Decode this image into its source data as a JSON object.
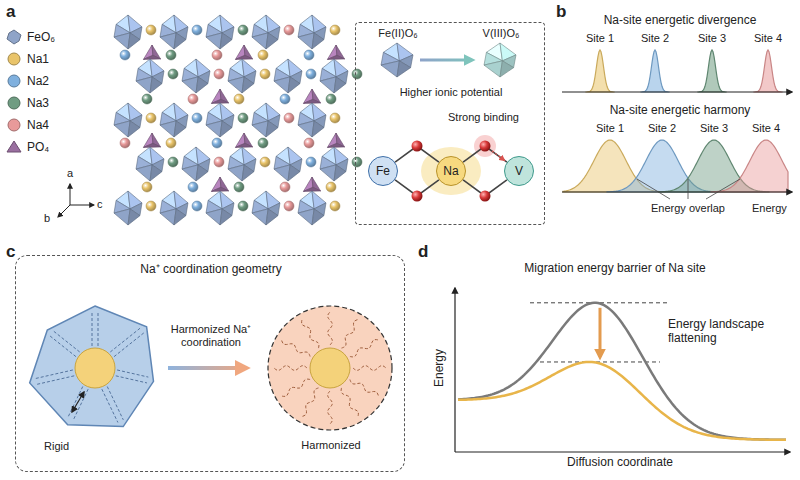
{
  "diagram": {
    "nodes": [
      {
        "text": [
          "Fe(II)O₆",
          "V(III)O₆",
          "Higher ionic potential",
          "Strong binding"
        ]
      },
      {
        "text": [
          "Fe"
        ],
        "in": 0
      },
      {
        "text": [
          "Na"
        ],
        "in": 0
      },
      {
        "text": [
          "V"
        ],
        "in": 0
      },
      {
        "text": [
          "Na⁺ coordination geometry",
          "Harmonized Na⁺ coordination",
          "Rigid",
          "Harmonized"
        ]
      }
    ],
    "edges": [
      {
        "from": 1,
        "to": 2,
        "arrow": "none"
      },
      {
        "from": 2,
        "to": 3,
        "arrow": "none"
      }
    ],
    "labels": [
      "a",
      "a",
      "b",
      "c",
      "b",
      "Na-site energetic divergence",
      "Site 1",
      "Site 2",
      "Site 3",
      "Site 4",
      "Na-site energetic harmony",
      "Site 1",
      "Site 2",
      "Site 3",
      "Site 4",
      "Energy overlap",
      "Energy",
      "c",
      "d",
      "Migration energy barrier of Na site",
      "Energy landscape flattening",
      "Energy",
      "Diffusion coordinate"
    ],
    "legend": [
      {
        "text": "FeO₆",
        "color": "#8fa4c8"
      },
      {
        "text": "Na1",
        "color": "#e9c46a"
      },
      {
        "text": "Na2",
        "color": "#7fb0de"
      },
      {
        "text": "Na3",
        "color": "#6f9c82"
      },
      {
        "text": "Na4",
        "color": "#e89a9a"
      },
      {
        "text": "PO₄",
        "color": "#9a6fa0"
      }
    ]
  }
}
